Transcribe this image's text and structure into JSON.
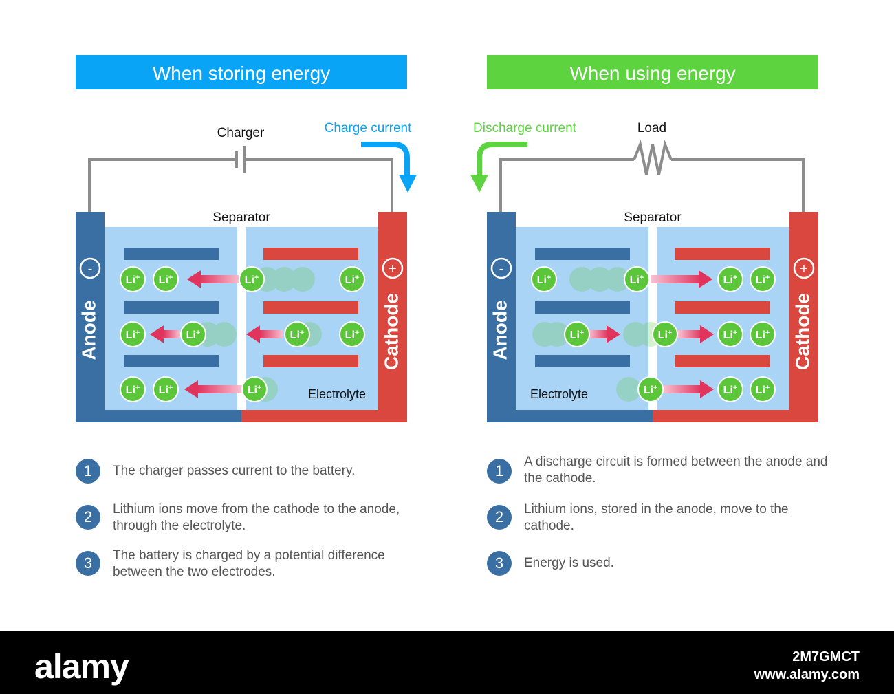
{
  "left": {
    "title": "When storing energy",
    "title_color": "#0aa4f6",
    "source_label": "Charger",
    "current_label": "Charge current",
    "current_color": "#0aa4f6",
    "separator_label": "Separator",
    "electrolyte_label": "Electrolyte",
    "anode_label": "Anode",
    "cathode_label": "Cathode",
    "minus_sign": "-",
    "plus_sign": "+",
    "steps": [
      {
        "num": "1",
        "text": "The charger passes current to the battery."
      },
      {
        "num": "2",
        "text": "Lithium ions move from the cathode to the anode, through the electrolyte."
      },
      {
        "num": "3",
        "text": "The battery is charged by a potential difference between the two electrodes."
      }
    ]
  },
  "right": {
    "title": "When using energy",
    "title_color": "#5cd33f",
    "source_label": "Load",
    "current_label": "Discharge current",
    "current_color": "#5cd33f",
    "separator_label": "Separator",
    "electrolyte_label": "Electrolyte",
    "anode_label": "Anode",
    "cathode_label": "Cathode",
    "minus_sign": "-",
    "plus_sign": "+",
    "steps": [
      {
        "num": "1",
        "text": "A discharge circuit is formed between the anode and the cathode."
      },
      {
        "num": "2",
        "text": "Lithium ions, stored in the anode, move to the cathode."
      },
      {
        "num": "3",
        "text": "Energy is used."
      }
    ]
  },
  "ion_label": "Li",
  "ion_charge": "+",
  "colors": {
    "anode": "#3a6fa3",
    "cathode": "#d9473e",
    "electrolyte": "#aad4f5",
    "ion": "#5cc63a",
    "arrow": "#e0345d",
    "wire": "#8c8c8c"
  },
  "footer": {
    "logo": "alamy",
    "image_id": "2M7GMCT",
    "site": "www.alamy.com"
  }
}
